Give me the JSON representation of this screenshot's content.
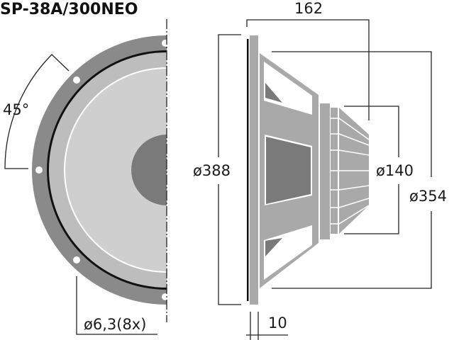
{
  "title": "SP-38A/300NEO",
  "labels": {
    "angle": "45°",
    "hole": "ø6,3(8x)",
    "frame_diameter": "ø388",
    "depth": "162",
    "magnet_diameter": "ø140",
    "basket_diameter": "ø354",
    "flange": "10"
  },
  "colors": {
    "frame": "#8a8a8a",
    "cone": "#c8c8c8",
    "dustcap": "#7a7a7a",
    "basket": "#a9a9a9",
    "ink": "#1a1a1a"
  }
}
